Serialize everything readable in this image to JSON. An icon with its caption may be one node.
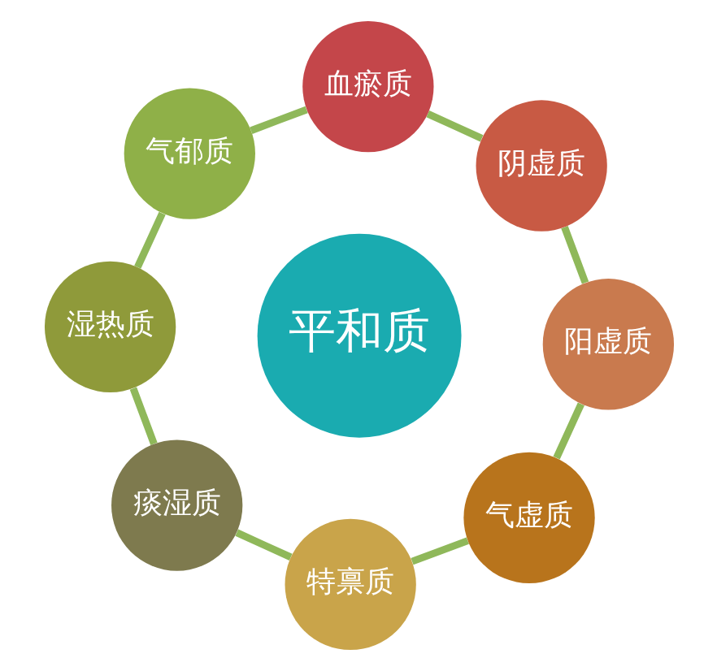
{
  "diagram": {
    "nodes": [
      {
        "text": [
          "平和质"
        ]
      },
      {
        "text": [
          "血瘀质"
        ]
      },
      {
        "text": [
          "阴虚质"
        ]
      },
      {
        "text": [
          "阳虚质"
        ]
      },
      {
        "text": [
          "气虚质"
        ]
      },
      {
        "text": [
          "特禀质"
        ]
      },
      {
        "text": [
          "痰湿质"
        ]
      },
      {
        "text": [
          "湿热质"
        ]
      },
      {
        "text": [
          "气郁质"
        ]
      }
    ],
    "edges": [
      {
        "from": 1,
        "to": 2,
        "arrow": "none"
      },
      {
        "from": 2,
        "to": 3,
        "arrow": "none"
      },
      {
        "from": 3,
        "to": 4,
        "arrow": "none"
      },
      {
        "from": 4,
        "to": 5,
        "arrow": "none"
      },
      {
        "from": 5,
        "to": 6,
        "arrow": "none"
      },
      {
        "from": 6,
        "to": 7,
        "arrow": "none"
      },
      {
        "from": 7,
        "to": 8,
        "arrow": "none"
      },
      {
        "from": 8,
        "to": 1,
        "arrow": "none"
      }
    ]
  }
}
